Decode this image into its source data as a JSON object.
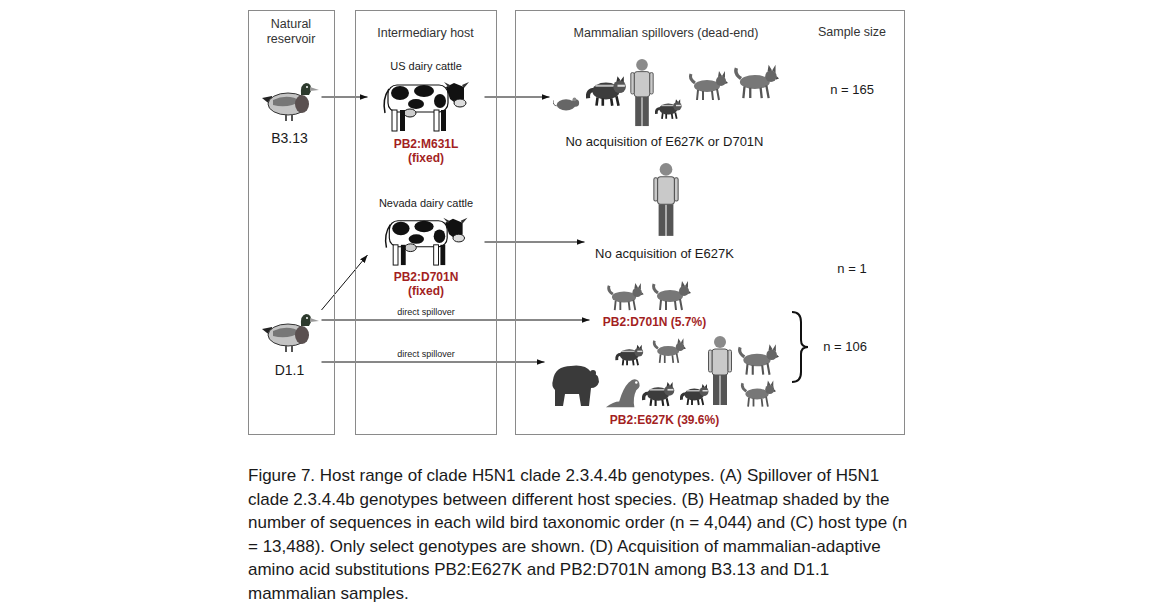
{
  "diagram": {
    "caption": "Figure 7. Host range of clade H5N1 clade 2.3.4.4b genotypes. (A) Spillover of H5N1 clade 2.3.4.4b genotypes between different host species. (B) Heatmap shaded by the number of sequences in each wild bird taxonomic order (n = 4,044) and (C) host type (n = 13,488). Only select genotypes are shown. (D) Acquisition of mammalian-adaptive amino acid substitutions PB2:E627K and PB2:D701N among B3.13 and D1.1 mammalian samples.",
    "nodes": [
      {
        "text": [
          "Natural reservoir"
        ]
      },
      {
        "text": [
          "Intermediary host"
        ]
      },
      {
        "text": [
          "Mammalian spillovers (dead-end)"
        ]
      },
      {
        "text": [
          "B3.13"
        ],
        "in": 0
      },
      {
        "text": [
          "D1.1"
        ],
        "in": 0
      },
      {
        "text": [
          "US dairy cattle",
          "PB2:M631L (fixed)"
        ],
        "in": 1
      },
      {
        "text": [
          "Nevada dairy cattle",
          "PB2:D701N (fixed)"
        ],
        "in": 1
      },
      {
        "text": [
          "No acquisition of E627K or D701N"
        ],
        "in": 2
      },
      {
        "text": [
          "No acquisition of E627K"
        ],
        "in": 2
      },
      {
        "text": [
          "PB2:D701N (5.7%)"
        ],
        "in": 2
      },
      {
        "text": [
          "PB2:E627K (39.6%)"
        ],
        "in": 2
      }
    ],
    "edges": [
      {
        "from": 3,
        "to": 5,
        "arrow": "to"
      },
      {
        "from": 5,
        "to": 7,
        "arrow": "to"
      },
      {
        "from": 4,
        "to": 6,
        "arrow": "to"
      },
      {
        "from": 6,
        "to": 8,
        "arrow": "to"
      },
      {
        "from": 4,
        "to": 9,
        "label": "direct spillover",
        "arrow": "to"
      },
      {
        "from": 4,
        "to": 10,
        "label": "direct spillover",
        "arrow": "to"
      }
    ],
    "labels": [
      "Sample size",
      "n = 165",
      "n = 1",
      "n = 106"
    ]
  }
}
